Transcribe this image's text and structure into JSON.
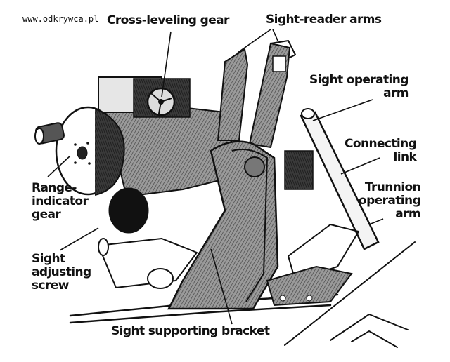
{
  "watermark": "www.odkrywca.pl",
  "labels": {
    "cross_leveling_gear": "Cross-leveling gear",
    "sight_reader_arms": "Sight-reader arms",
    "sight_operating_arm": {
      "line1": "Sight operating",
      "line2": "arm"
    },
    "connecting_link": {
      "line1": "Connecting",
      "line2": "link"
    },
    "trunnion_operating_arm": {
      "line1": "Trunnion",
      "line2": "operating",
      "line3": "arm"
    },
    "range_indicator_gear": {
      "line1": "Range-",
      "line2": "indicator",
      "line3": "gear"
    },
    "sight_adjusting_screw": {
      "line1": "Sight",
      "line2": "adjusting",
      "line3": "screw"
    },
    "sight_supporting_bracket": "Sight supporting bracket"
  },
  "colors": {
    "ink": "#111111",
    "shade_dark": "#3a3a3a",
    "shade_mid": "#8a8a8a",
    "shade_light": "#c8c8c8",
    "paper": "#ffffff"
  }
}
